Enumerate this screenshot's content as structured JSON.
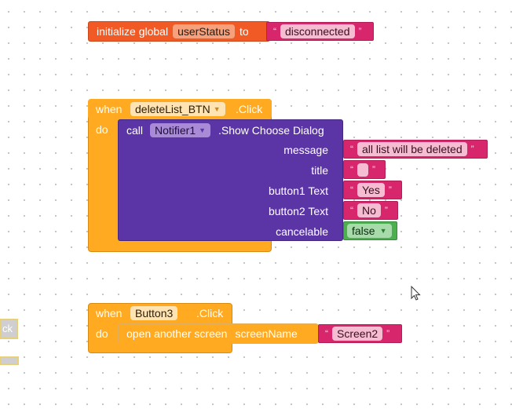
{
  "init_global": {
    "label_initialize": "initialize global",
    "var_name": "userStatus",
    "label_to": "to",
    "value": "disconnected"
  },
  "event_delete": {
    "label_when": "when",
    "component": "deleteList_BTN",
    "event": ".Click",
    "label_do": "do",
    "call": {
      "label_call": "call",
      "component": "Notifier1",
      "method": ".Show Choose Dialog",
      "params": [
        {
          "label": "message",
          "type": "text",
          "value": "all list will be deleted"
        },
        {
          "label": "title",
          "type": "text",
          "value": ""
        },
        {
          "label": "button1 Text",
          "type": "text",
          "value": "Yes"
        },
        {
          "label": "button2 Text",
          "type": "text",
          "value": "No"
        },
        {
          "label": "cancelable",
          "type": "logic",
          "value": "false"
        }
      ]
    }
  },
  "event_button3": {
    "label_when": "when",
    "component": "Button3",
    "event": ".Click",
    "label_do": "do",
    "action": {
      "label": "open another screen",
      "param_label": "screenName",
      "value": "Screen2"
    }
  },
  "partial_left": {
    "text": "ck"
  },
  "icons": {
    "dropdown": "triangle-down-icon",
    "quote_open": "“",
    "quote_close": "”"
  },
  "colors": {
    "variable_block": "#f15a24",
    "text_block": "#d8266c",
    "event_block": "#ffaa20",
    "call_block": "#5b34a6",
    "logic_block": "#4caf50"
  }
}
